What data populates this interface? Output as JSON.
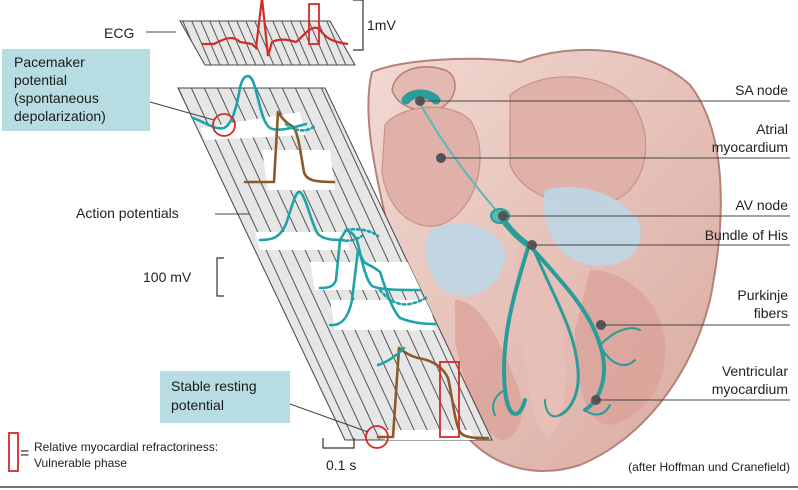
{
  "ecg_label": "ECG",
  "ecg_scale": "1mV",
  "pacemaker_box": [
    "Pacemaker",
    "potential",
    "(spontaneous",
    "depolarization)"
  ],
  "action_potentials_label": "Action potentials",
  "voltage_scale": "100 mV",
  "stable_box": [
    "Stable resting",
    "potential"
  ],
  "time_scale": "0.1 s",
  "legend": [
    "Relative myocardial refractoriness:",
    "Vulnerable phase"
  ],
  "legend_eq": "=",
  "credit": "(after Hoffman und Cranefield)",
  "anatomy_labels": {
    "sa_node": [
      "SA node"
    ],
    "atrial_myocardium": [
      "Atrial",
      "myocardium"
    ],
    "av_node": [
      "AV node"
    ],
    "bundle_of_his": [
      "Bundle of His"
    ],
    "purkinje_fibers": [
      "Purkinje",
      "fibers"
    ],
    "ventricular_myocardium": [
      "Ventricular",
      "myocardium"
    ]
  },
  "colors": {
    "ecg_trace": "#d42a2a",
    "pacemaker_trace": "#1da3a8",
    "myocardium_trace": "#8b5a2b",
    "callout_box": "#b7dde3",
    "grid_fill": "#e6e6e6",
    "heart_flesh": "#e9c8c0",
    "conduction_system": "#2a9c99"
  }
}
